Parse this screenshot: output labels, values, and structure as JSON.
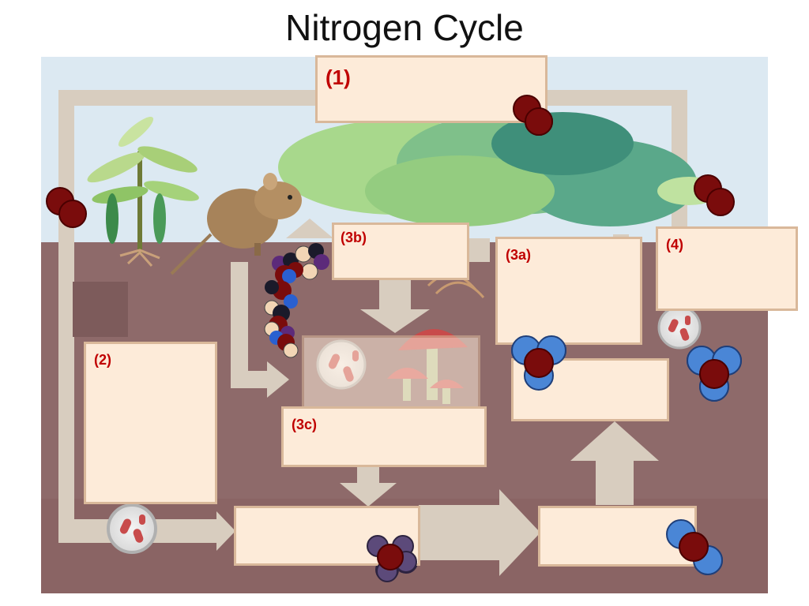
{
  "title": "Nitrogen Cycle",
  "labels": {
    "b1": "(1)",
    "b2": "(2)",
    "b3a": "(3a)",
    "b3b": "(3b)",
    "b3c": "(3c)",
    "b4": "(4)"
  },
  "colors": {
    "sky": "#dce9f2",
    "soil": "#8e6a6a",
    "arrow": "#d8cdbf",
    "box_fill": "#fdebd9",
    "box_border": "#d9b89a",
    "label": "#c00000",
    "nitrogen_atom": "#7a0c0c",
    "hydrogen_atom": "#4a86d6",
    "oxygen_atom": "#5c4a7a"
  }
}
